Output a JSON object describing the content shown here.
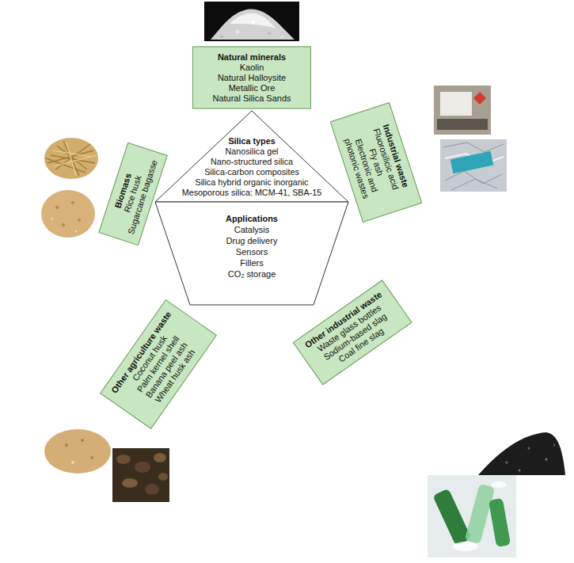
{
  "diagram": {
    "nodes": [
      {
        "text": [
          "Natural minerals",
          "Kaolin",
          "Natural Halloysite",
          "Metallic Ore",
          "Natural Silica Sands"
        ]
      },
      {
        "text": [
          "Biomass",
          "Rice husk",
          "Sugarcane bagasse"
        ]
      },
      {
        "text": [
          "Silica types",
          "Nanosilica gel",
          "Nano-structured silica",
          "Silica-carbon composites",
          "Silica hybrid organic inorganic",
          "Mesoporous silica: MCM-41, SBA-15"
        ]
      },
      {
        "text": [
          "Applications",
          "Catalysis",
          "Drug delivery",
          "Sensors",
          "Fillers",
          "CO₂ storage"
        ]
      },
      {
        "text": [
          "Industrial waste",
          "Fluorosilicic acid",
          "Fly ash",
          "Electronic and photonic wastes"
        ]
      },
      {
        "text": [
          "Other agriculture waste",
          "Coconut husk",
          "Palm kernel shell",
          "Banana peel ash",
          "Wheat husk ash"
        ]
      },
      {
        "text": [
          "Other industrial waste",
          "Waste glass bottles",
          "Sodium-based slag",
          "Coal fine slag"
        ]
      }
    ]
  }
}
